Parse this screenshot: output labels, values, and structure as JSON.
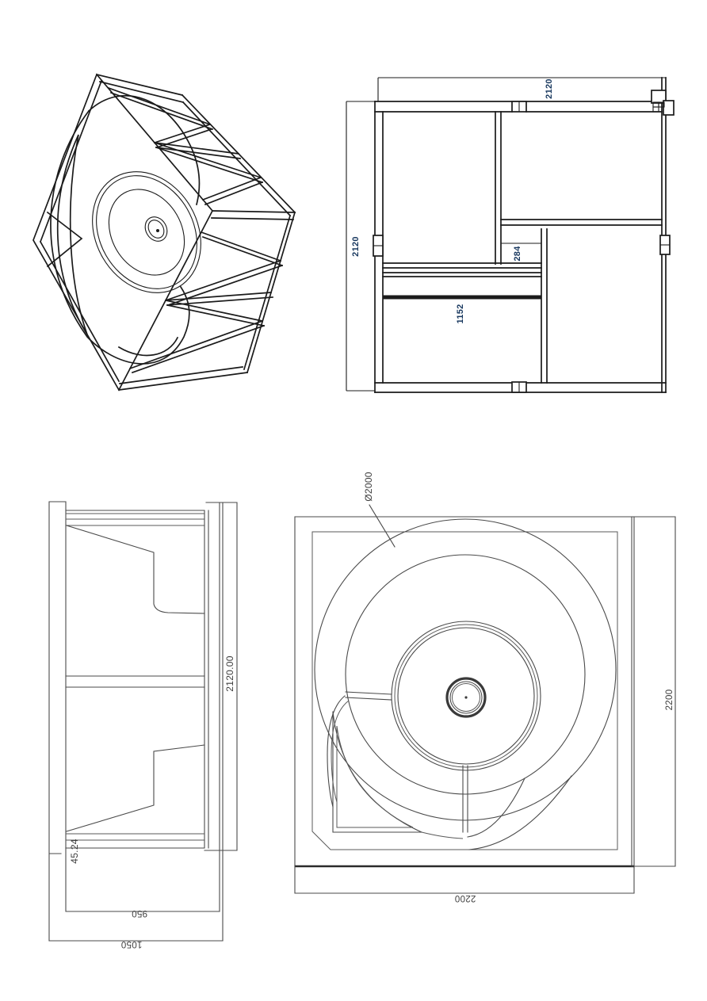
{
  "drawing": {
    "frame_plan": {
      "dim_width_top": "2120",
      "dim_height_left": "2120",
      "dim_gap": "284",
      "dim_panel": "1152"
    },
    "side_section": {
      "dim_height": "2120.00",
      "dim_board_thickness": "45.24",
      "dim_inner_width": "950",
      "dim_outer_width": "1050"
    },
    "horn_plan": {
      "dim_diameter": "Ø2000",
      "dim_height_right": "2200",
      "dim_width_bottom": "2200"
    },
    "colors": {
      "dim_accent_navy": "#17375e",
      "dim_gray": "#3d3d3d",
      "line_dark": "#1b1b1b",
      "line_gray": "#4a4a4a",
      "background": "#ffffff"
    }
  }
}
